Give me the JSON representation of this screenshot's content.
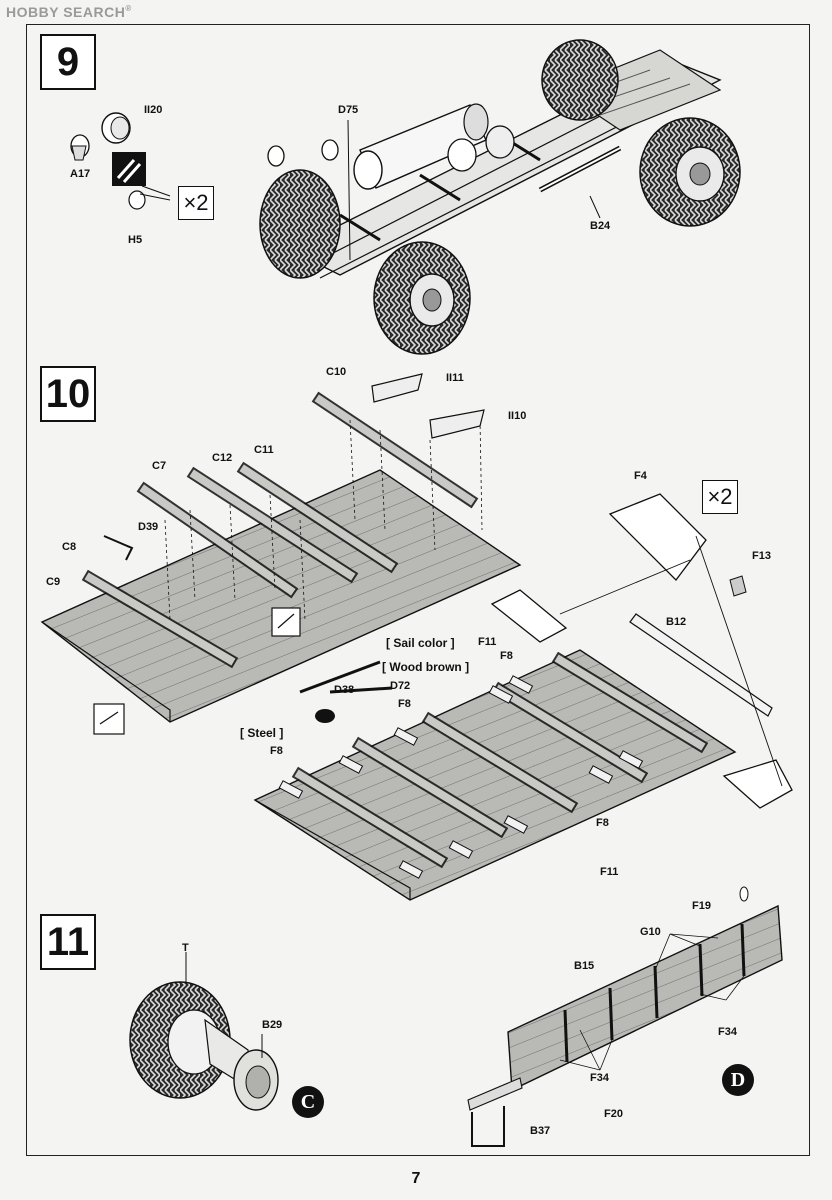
{
  "watermark": {
    "text": "HOBBY SEARCH",
    "reg": "®"
  },
  "steps": [
    "9",
    "10",
    "11"
  ],
  "multipliers": {
    "step9": "×2",
    "step10": "×2"
  },
  "step9_labels": {
    "ii20": "II20",
    "a17": "A17",
    "h5": "H5",
    "d75": "D75",
    "b24": "B24"
  },
  "step10_labels": {
    "c10": "C10",
    "ii11": "II11",
    "ii10": "II10",
    "c11": "C11",
    "c12": "C12",
    "c7": "C7",
    "d39": "D39",
    "c8": "C8",
    "c9": "C9",
    "f4": "F4",
    "f13": "F13",
    "b12": "B12",
    "f11_top": "F11",
    "f8_top": "F8",
    "sail": "[ Sail color ]",
    "wood": "[ Wood brown ]",
    "d38": "D38",
    "d72": "D72",
    "steel": "[ Steel ]",
    "f8_mid": "F8",
    "f8_left": "F8",
    "f8_bottom": "F8",
    "f11_bottom": "F11"
  },
  "step11_labels": {
    "t": "T",
    "b29": "B29",
    "f19": "F19",
    "g10": "G10",
    "b15": "B15",
    "f34_right": "F34",
    "f34_bottom": "F34",
    "f20": "F20",
    "b37": "B37"
  },
  "badges": {
    "c": "C",
    "d": "D"
  },
  "page_number": "7",
  "colors": {
    "ink": "#111111",
    "paper": "#f4f4f2",
    "panel": "#b9b9b6",
    "panel_dark": "#8d8d8a",
    "tire": "#2a2a2a"
  }
}
